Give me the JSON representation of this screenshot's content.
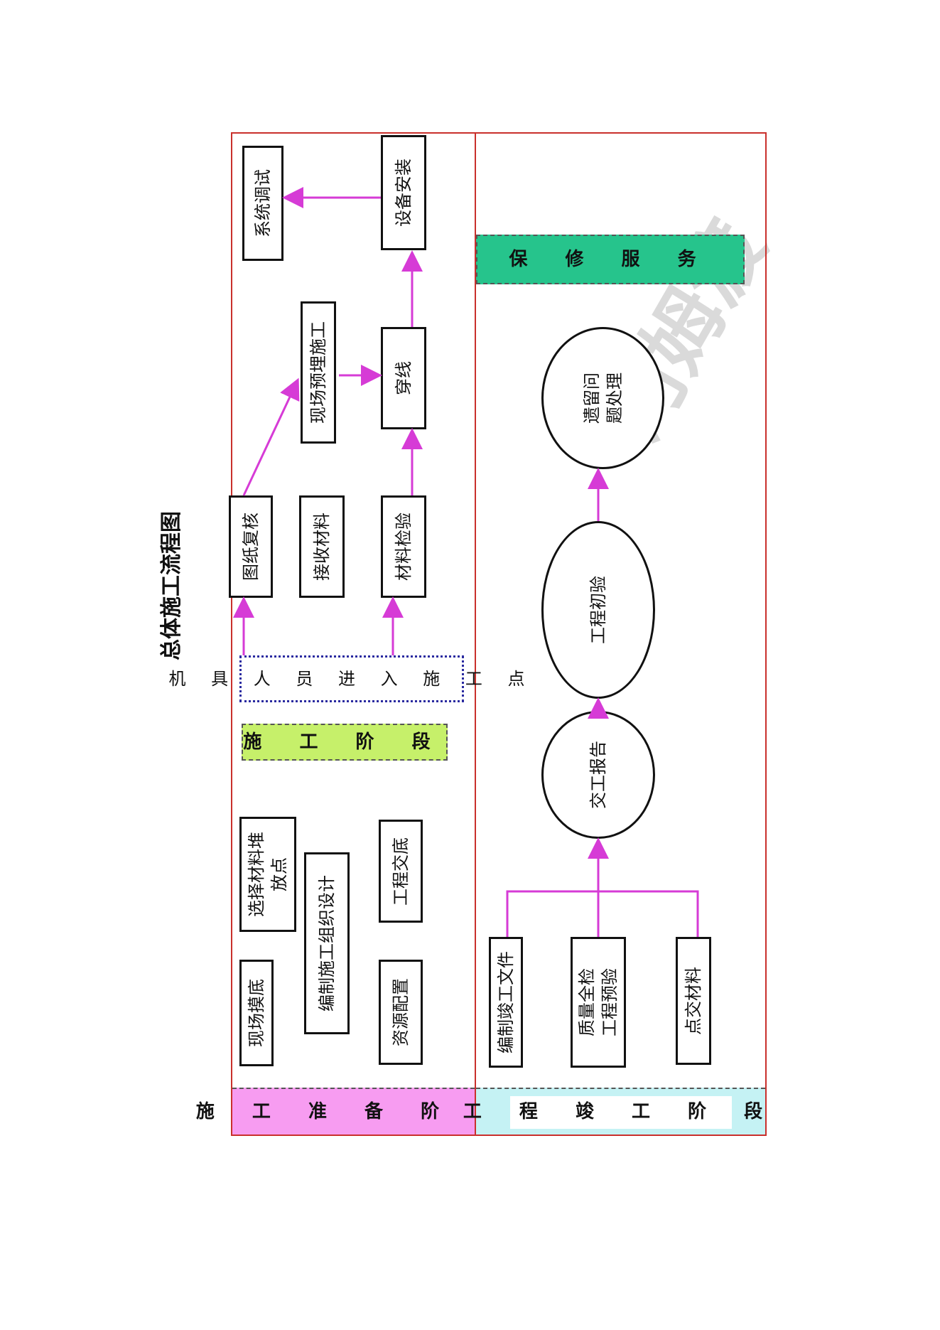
{
  "title": "总体施工流程图",
  "colors": {
    "panel_border": "#c9302c",
    "arrow": "#d63bd6",
    "prep_band": "#f79cf1",
    "construction_band": "#c6f06a",
    "completion_band": "#c5f2f4",
    "warranty_band": "#26c48c",
    "personnel_box_border": "#2a2aa0"
  },
  "watermark_text": "河姆渡",
  "panels": {
    "upper": {
      "stage_prep": "施 工 准 备 阶 段",
      "prep_items": {
        "site_survey": "现场摸底",
        "select_storage": "选择材料堆\n放点",
        "organization_design": "编制施工组织设计",
        "resource_allocation": "资源配置",
        "technical_briefing": "工程交底"
      },
      "stage_construction": "施 工 阶 段",
      "personnel_entry": "机 具 人 员 进 入 施 工 点",
      "drawing_review": "图纸复核",
      "receive_materials": "接收材料",
      "material_inspection": "材料检验",
      "embedded_construction": "现场预埋施工",
      "wiring": "穿线",
      "equipment_installation": "设备安装",
      "system_debugging": "系统调试"
    },
    "lower": {
      "stage_completion": "工 程 竣 工 阶 段",
      "completion_docs": "编制竣工文件",
      "quality_precheck": "质量全检\n工程预验",
      "handover_materials": "点交材料",
      "handover_report": "交工报告",
      "initial_acceptance": "工程初验",
      "legacy_issues": "遗留问\n题处理",
      "warranty_service": "保 修 服 务"
    }
  }
}
